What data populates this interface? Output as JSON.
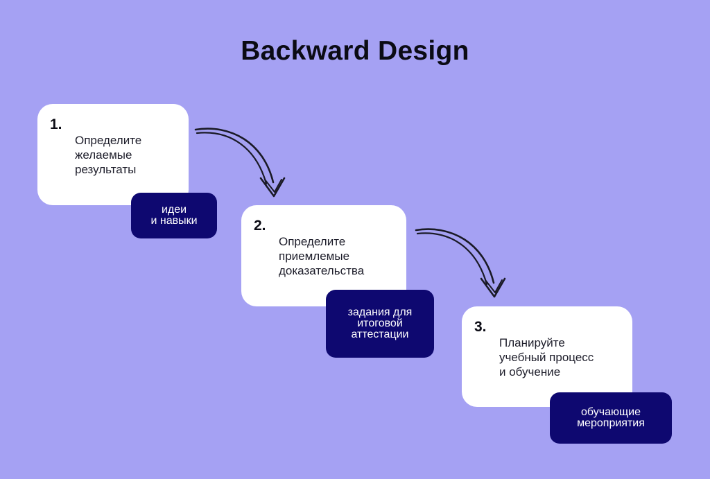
{
  "title": "Backward Design",
  "colors": {
    "background": "#a5a1f3",
    "card": "#ffffff",
    "tag": "#0e0870",
    "arrow": "#1a1a26"
  },
  "steps": [
    {
      "number": "1.",
      "text": "Определите\nжелаемые\nрезультаты",
      "tag": "идеи\nи навыки"
    },
    {
      "number": "2.",
      "text": "Определите\nприемлемые\nдоказательства",
      "tag": "задания для\nитоговой\nаттестации"
    },
    {
      "number": "3.",
      "text": "Планируйте\nучебный процесс\nи обучение",
      "tag": "обучающие\nмероприятия"
    }
  ],
  "connectors": [
    "curved-arrow-icon",
    "curved-arrow-icon"
  ]
}
